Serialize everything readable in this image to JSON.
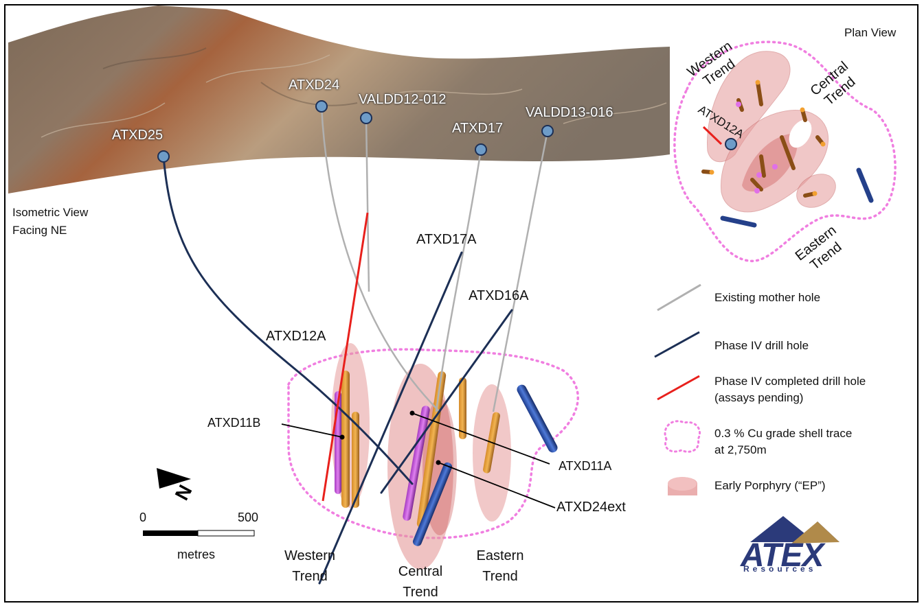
{
  "views": {
    "plan_view": "Plan View",
    "isometric_line1": "Isometric View",
    "isometric_line2": "Facing NE"
  },
  "surface_collars": [
    {
      "label": "ATXD25"
    },
    {
      "label": "ATXD24"
    },
    {
      "label": "VALDD12-012"
    },
    {
      "label": "ATXD17"
    },
    {
      "label": "VALDD13-016"
    }
  ],
  "hole_labels": {
    "atxd17a": "ATXD17A",
    "atxd16a": "ATXD16A",
    "atxd12a": "ATXD12A",
    "atxd11b": "ATXD11B",
    "atxd11a": "ATXD11A",
    "atxd24ext": "ATXD24ext"
  },
  "trends_iso": {
    "western": [
      "Western",
      "Trend"
    ],
    "central": [
      "Central",
      "Trend"
    ],
    "eastern": [
      "Eastern",
      "Trend"
    ]
  },
  "plan_labels": {
    "western": [
      "Western",
      "Trend"
    ],
    "central": [
      "Central",
      "Trend"
    ],
    "eastern": [
      "Eastern",
      "Trend"
    ],
    "hole": "ATXD12A"
  },
  "legend": [
    {
      "lines": [
        "Existing mother hole"
      ],
      "color": "#b0b0b0"
    },
    {
      "lines": [
        "Phase IV drill hole"
      ],
      "color": "#1c2f55"
    },
    {
      "lines": [
        "Phase IV completed drill hole",
        "(assays pending)"
      ],
      "color": "#e8201c"
    },
    {
      "lines": [
        "0.3 % Cu grade shell trace",
        "at 2,750m"
      ],
      "color": "#f07ee0"
    },
    {
      "lines": [
        "Early Porphyry (“EP”)"
      ],
      "color": "#e59a9a"
    }
  ],
  "scale": {
    "zero": "0",
    "max": "500",
    "unit": "metres"
  },
  "north": "N",
  "logo": {
    "name": "ATEX",
    "tagline": "Resources",
    "color_dark": "#2b3a7a",
    "color_gold": "#b08a4a"
  }
}
